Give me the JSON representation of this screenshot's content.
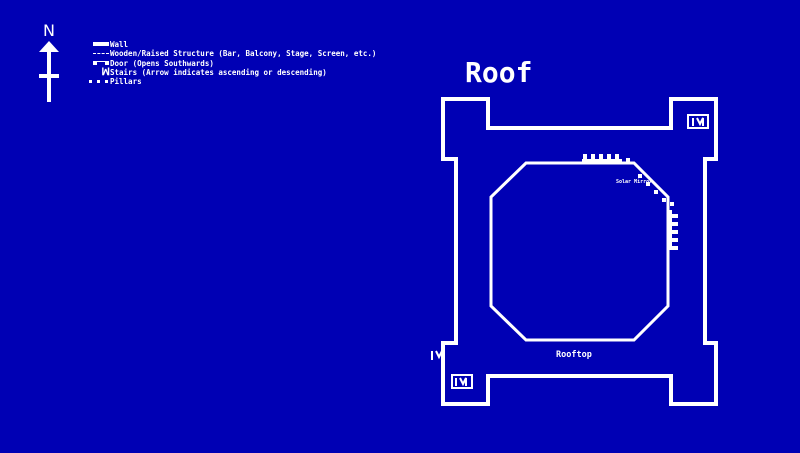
{
  "compass": {
    "label": "N"
  },
  "legend": [
    {
      "symbol": "wall",
      "label": "Wall"
    },
    {
      "symbol": "wooden",
      "label": "Wooden/Raised Structure (Bar, Balcony, Stage, Screen, etc.)"
    },
    {
      "symbol": "door",
      "label": "Door (Opens Southwards)"
    },
    {
      "symbol": "stairs",
      "label": "Stairs (Arrow indicates ascending or descending)"
    },
    {
      "symbol": "pillars",
      "label": "Pillars"
    }
  ],
  "map": {
    "title": "Roof",
    "rooms": {
      "rooftop": "Rooftop",
      "solar_mirror": "Solar Mirror"
    }
  },
  "colors": {
    "background": "#0000b4",
    "lines": "#ffffff"
  }
}
